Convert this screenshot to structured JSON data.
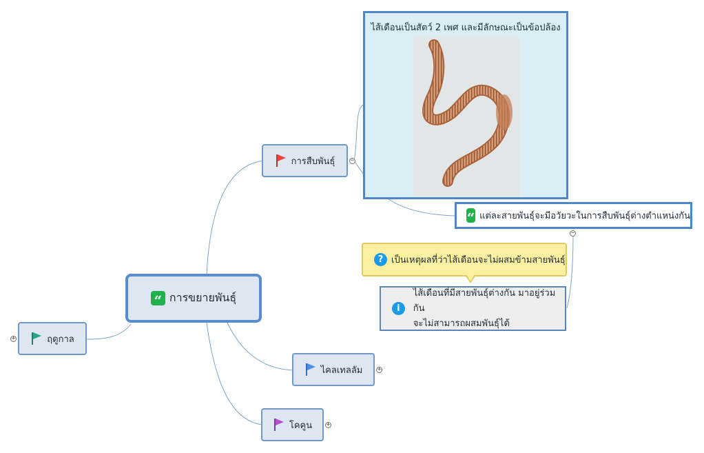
{
  "root": {
    "label": "การขยายพันธุ์",
    "icon": "quote-icon"
  },
  "branches": {
    "reproduction": {
      "label": "การสืบพันธุ์",
      "flag_color": "#e8463e",
      "icon": "red-flag-icon"
    },
    "season": {
      "label": "ฤดูกาล",
      "flag_color": "#2aa37f",
      "icon": "green-flag-icon"
    },
    "clitellum": {
      "label": "ไคลเทลลัม",
      "flag_color": "#4a8ee8",
      "icon": "blue-flag-icon"
    },
    "cocoon": {
      "label": "โคคูน",
      "flag_color": "#b64fc9",
      "icon": "purple-flag-icon"
    }
  },
  "image_topic": {
    "caption": "ไส้เดือนเป็นสัตว์ 2 เพศ และมีลักษณะเป็นข้อปล้อง",
    "image_alt": "earthworm photo"
  },
  "note_topic": {
    "label": "แต่ละสายพันธุ์จะมีอวัยวะในการสืบพันธุ์ต่างตำแหน่งกัน",
    "icon": "quote-icon"
  },
  "question_callout": {
    "label": "เป็นเหตุผลที่ว่าไส้เดือนจะไม่ผสมข้ามสายพันธุ์",
    "icon": "question-icon"
  },
  "info_callout": {
    "line1": "ไส้เดือนที่มีสายพันธุ์ต่างกัน มาอยู่ร่วมกัน",
    "line2": "จะไม่สามารถผสมพันธุ์ได้",
    "icon": "info-icon"
  },
  "colors": {
    "node_fill": "#dde6f1",
    "node_border": "#6f97c8",
    "connector": "#7da4cf",
    "quote_green": "#1fb24a",
    "question_fill": "#fbf0a2",
    "info_blue": "#1e9be8"
  },
  "toggles": {
    "collapse": "−",
    "expand": "+"
  }
}
